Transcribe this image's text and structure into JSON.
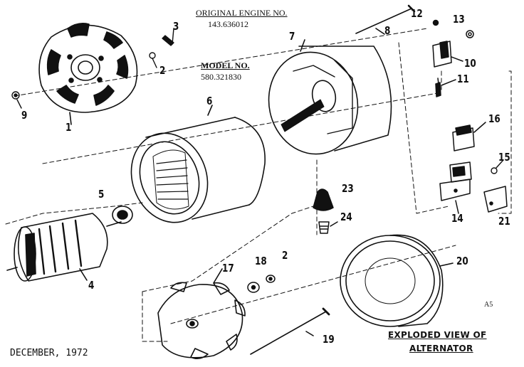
{
  "header": {
    "original_engine_label": "ORIGINAL ENGINE NO.",
    "original_engine_number": "143.636012",
    "model_label": "MODEL NO.",
    "model_number": "580.321830"
  },
  "caption": {
    "line1": "EXPLODED VIEW OF",
    "line2": "ALTERNATOR"
  },
  "footer": {
    "date": "DECEMBER, 1972",
    "page_code": "A5"
  },
  "callouts": {
    "p1": "1",
    "p2": "2",
    "p2b": "2",
    "p3": "3",
    "p4": "4",
    "p5": "5",
    "p6": "6",
    "p7": "7",
    "p8": "8",
    "p9": "9",
    "p10": "10",
    "p11": "11",
    "p12": "12",
    "p13": "13",
    "p14": "14",
    "p15": "15",
    "p16": "16",
    "p17": "17",
    "p18": "18",
    "p19": "19",
    "p20": "20",
    "p21": "21",
    "p23": "23",
    "p24": "24"
  }
}
